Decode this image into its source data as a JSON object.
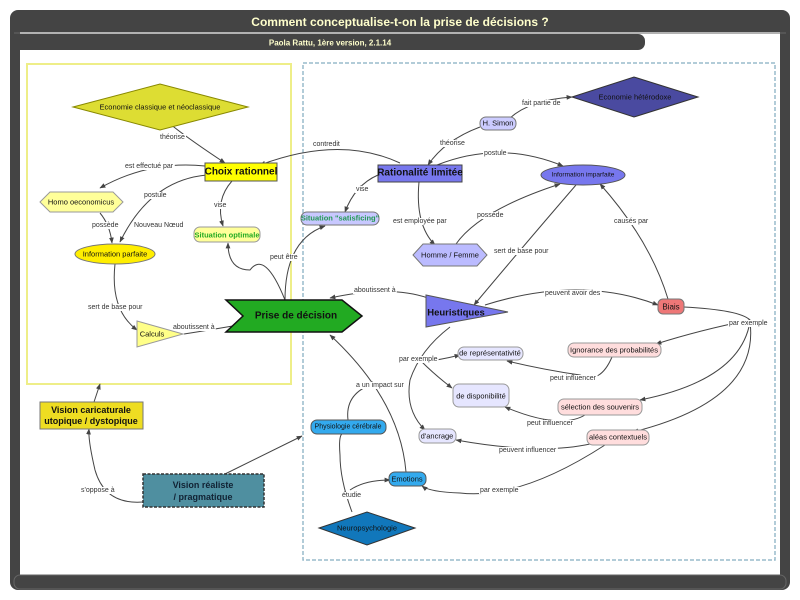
{
  "header": {
    "title": "Comment conceptualise-t-on la prise de décisions ?",
    "subtitle": "Paola Rattu, 1ère version, 2.1.14"
  },
  "colors": {
    "frame": "#444444",
    "title_text": "#ffffcc",
    "yellow_group": "#eeee88",
    "blue_group": "#99bbcc"
  },
  "nodes": {
    "eco_classique": "Economie classique et néoclassique",
    "choix_rationnel": "Choix rationnel",
    "homo_oeconomicus": "Homo oeconomicus",
    "info_parfaite": "Information parfaite",
    "situation_optimale": "Situation optimale",
    "calculs": "Calculs",
    "prise_decision": "Prise de décision",
    "nouveau_noeud": "Nouveau Nœud",
    "rationalite_limitee": "Rationalité limitée",
    "satisficing": "Situation \"satisficing\"",
    "h_simon": "H. Simon",
    "eco_heterodoxe": "Economie hétérodoxe",
    "info_imparfaite": "Information imparfaite",
    "homme_femme": "Homme / Femme",
    "heuristiques": "Heuristiques",
    "biais": "Biais",
    "ignorance": "Ignorance des probabilités",
    "representativite": "de représentativité",
    "disponibilite": "de disponibilité",
    "selection": "sélection des souvenirs",
    "ancrage": "d'ancrage",
    "aleas": "aléas contextuels",
    "physiologie": "Physiologie cérébrale",
    "emotions": "Emotions",
    "neuropsychologie": "Neuropsychologie",
    "vision_caricaturale_1": "Vision caricaturale",
    "vision_caricaturale_2": "utopique / dystopique",
    "vision_realiste_1": "Vision réaliste",
    "vision_realiste_2": "/ pragmatique"
  },
  "edges": {
    "theorise": "théorise",
    "est_effectue_par": "est effectué par",
    "postule": "postule",
    "vise": "vise",
    "possede": "possède",
    "sert_de_base": "sert de base pour",
    "aboutissent_a": "aboutissent à",
    "contredit": "contredit",
    "peut_etre": "peut être",
    "vise2": "vise",
    "theorise2": "théorise",
    "fait_partie_de": "fait partie de",
    "postule2": "postule",
    "est_employee_par": "est employée par",
    "possede2": "possède",
    "sert_de_base2": "sert de base pour",
    "causes_par": "causés par",
    "aboutissent_a2": "aboutissent à",
    "peuvent_avoir_des": "peuvent avoir des",
    "par_exemple_biais": "par exemple",
    "par_exemple_heur": "par exemple",
    "peut_influencer1": "peut influencer",
    "peut_influencer2": "peut influencer",
    "peuvent_influencer": "peuvent influencer",
    "par_exemple_aleas": "par exemple",
    "impact": "a un impact sur",
    "etudie": "étudie",
    "s_oppose": "s'oppose à"
  }
}
